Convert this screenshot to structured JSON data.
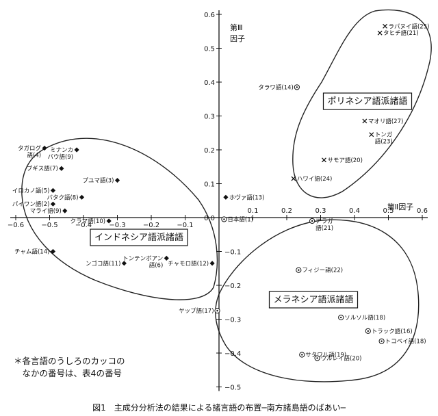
{
  "chart_data": {
    "type": "scatter",
    "title": "図1　主成分分析法の結果による諸言語の布置─南方諸島語のばあい─",
    "xlabel": "第Ⅱ因子",
    "ylabel": "第Ⅲ因子",
    "xlim": [
      -0.6,
      0.6
    ],
    "ylim": [
      -0.5,
      0.6
    ],
    "xticks": [
      {
        "v": -0.6,
        "t": "−0.6"
      },
      {
        "v": -0.5,
        "t": "−0.5"
      },
      {
        "v": -0.4,
        "t": "−0.4"
      },
      {
        "v": -0.3,
        "t": "−0.3"
      },
      {
        "v": -0.2,
        "t": "−0.2"
      },
      {
        "v": -0.1,
        "t": "−0.1"
      },
      {
        "v": 0,
        "t": "0"
      },
      {
        "v": 0.1,
        "t": "0.1"
      },
      {
        "v": 0.2,
        "t": "0.2"
      },
      {
        "v": 0.3,
        "t": "0.3"
      },
      {
        "v": 0.4,
        "t": "0.4"
      },
      {
        "v": 0.5,
        "t": "0.5"
      },
      {
        "v": 0.6,
        "t": "0.6"
      }
    ],
    "yticks": [
      {
        "v": 0.6,
        "t": "0.6"
      },
      {
        "v": 0.5,
        "t": "0.5"
      },
      {
        "v": 0.4,
        "t": "0.4"
      },
      {
        "v": 0.3,
        "t": "0.3"
      },
      {
        "v": 0.2,
        "t": "0.2"
      },
      {
        "v": 0.1,
        "t": "0.1"
      },
      {
        "v": 0,
        "t": "0.0"
      },
      {
        "v": -0.1,
        "t": "−0.1"
      },
      {
        "v": -0.2,
        "t": "−0.2"
      },
      {
        "v": -0.3,
        "t": "−0.3"
      },
      {
        "v": -0.4,
        "t": "−0.4"
      },
      {
        "v": -0.5,
        "t": "−0.5"
      }
    ],
    "groups": [
      {
        "label": "ポリネシア語派諸語",
        "marker": "cross",
        "points": [
          {
            "label": "ラパヌイ語(25)",
            "x": 0.49,
            "y": 0.565
          },
          {
            "label": "タヒチ語(21)",
            "x": 0.475,
            "y": 0.545
          },
          {
            "label": "マオリ語(27)",
            "x": 0.43,
            "y": 0.285
          },
          {
            "label": "トンガ",
            "sub": "語(23)",
            "x": 0.45,
            "y": 0.245
          },
          {
            "label": "サモア語(20)",
            "x": 0.31,
            "y": 0.17
          },
          {
            "label": "ハワイ語(24)",
            "x": 0.22,
            "y": 0.115
          }
        ]
      },
      {
        "label": "インドネシア語派諸語",
        "marker": "diamond",
        "points": [
          {
            "label": "タガログ",
            "sub": "語(4)",
            "x": -0.515,
            "y": 0.205
          },
          {
            "label": "ミナンカ",
            "sub": "バウ語(9)",
            "x": -0.42,
            "y": 0.2
          },
          {
            "label": "ブギス語(7)",
            "x": -0.465,
            "y": 0.145
          },
          {
            "label": "プユマ語(3)",
            "x": -0.3,
            "y": 0.11
          },
          {
            "label": "イロカノ語(5)",
            "x": -0.49,
            "y": 0.08
          },
          {
            "label": "バタク語(8)",
            "x": -0.405,
            "y": 0.06
          },
          {
            "label": "パイワン語(2)",
            "x": -0.49,
            "y": 0.04
          },
          {
            "label": "マライ語(9)",
            "x": -0.455,
            "y": 0.02
          },
          {
            "label": "クラマ語(10)",
            "x": -0.325,
            "y": -0.01
          },
          {
            "label": "チャム語(14)",
            "x": -0.49,
            "y": -0.1
          },
          {
            "label": "トンテンボアン",
            "sub": "語(6)",
            "x": -0.155,
            "y": -0.12
          },
          {
            "label": "ンゴコ語(11)",
            "x": -0.28,
            "y": -0.135
          },
          {
            "label": "チャモロ語(12)",
            "x": -0.02,
            "y": -0.135
          }
        ]
      },
      {
        "label": "メラネシア語派諸語",
        "marker": "circle-dot",
        "points": [
          {
            "label": "アラガ",
            "sub": "語(21)",
            "x": 0.275,
            "y": -0.01
          },
          {
            "label": "フィジー語(22)",
            "x": 0.235,
            "y": -0.155
          },
          {
            "label": "ソルソル語(18)",
            "x": 0.36,
            "y": -0.295
          },
          {
            "label": "トラック語(16)",
            "x": 0.44,
            "y": -0.335
          },
          {
            "label": "トコベイ語(18)",
            "x": 0.48,
            "y": -0.365
          },
          {
            "label": "サタワル語(19)",
            "x": 0.245,
            "y": -0.405
          },
          {
            "label": "ウルレイ語(20)",
            "x": 0.29,
            "y": -0.415
          }
        ]
      },
      {
        "label": "",
        "marker": "circle-dot",
        "points": [
          {
            "label": "タラワ語(14)",
            "x": 0.23,
            "y": 0.385
          },
          {
            "label": "日本語(1)",
            "x": 0.015,
            "y": -0.005
          },
          {
            "label": "ヤップ語(17)",
            "x": -0.005,
            "y": -0.275
          }
        ]
      },
      {
        "label": "",
        "marker": "diamond",
        "points": [
          {
            "label": "ホヴァ語(13)",
            "x": 0.02,
            "y": 0.06
          }
        ]
      }
    ],
    "note": [
      "＊各言語のうしろのカッコの",
      "　なかの番号は、表4の番号"
    ]
  }
}
